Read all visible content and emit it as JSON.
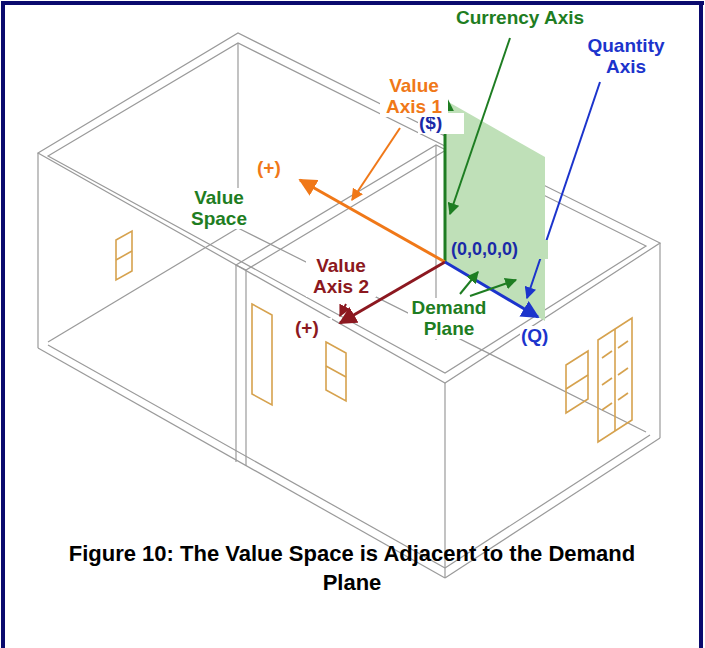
{
  "diagram": {
    "caption": "Figure 10: The Value Space is Adjacent to the Demand Plane",
    "labels": [
      "Currency Axis",
      "($)",
      "Value Axis 1",
      "(+)",
      "Quantity Axis",
      "Value Space",
      "(0,0,0,0)",
      "Value Axis 2",
      "(+)",
      "Demand Plane",
      "(Q)"
    ]
  }
}
